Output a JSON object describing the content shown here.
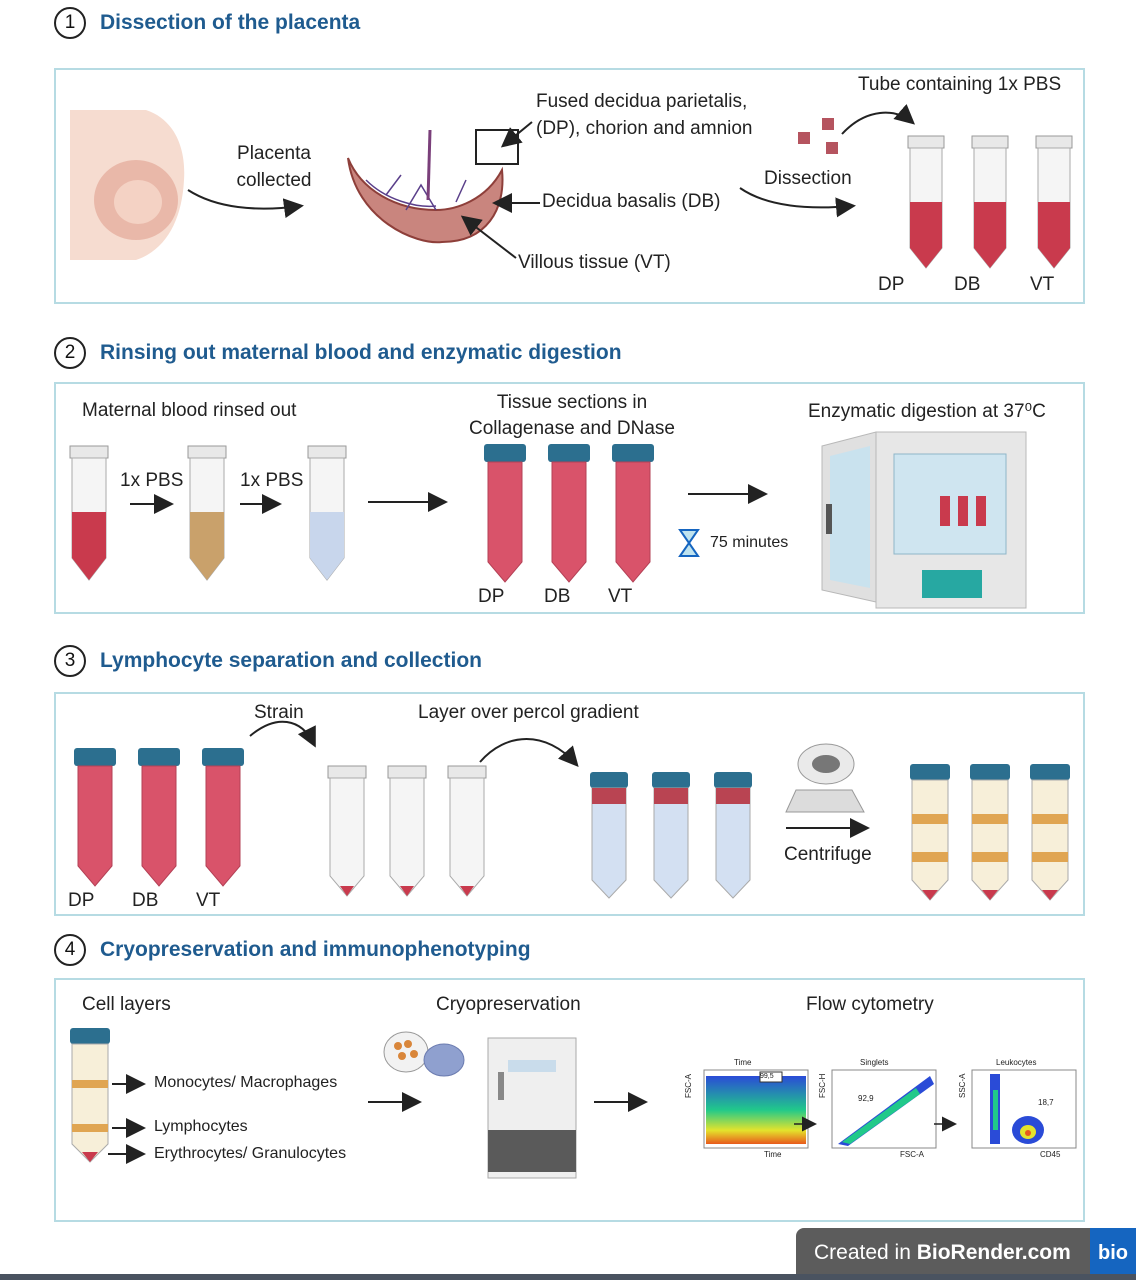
{
  "sections": [
    {
      "num": "1",
      "title": "Dissection of the placenta"
    },
    {
      "num": "2",
      "title": "Rinsing out maternal blood and enzymatic digestion"
    },
    {
      "num": "3",
      "title": "Lymphocyte separation and collection"
    },
    {
      "num": "4",
      "title": "Cryopreservation and immunophenotyping"
    }
  ],
  "panel1": {
    "placenta_collected": [
      "Placenta",
      "collected"
    ],
    "fused": [
      "Fused decidua parietalis,",
      "(DP), chorion and amnion"
    ],
    "decidua_basalis": "Decidua basalis (DB)",
    "villous": "Villous tissue (VT)",
    "dissection": "Dissection",
    "tube_pbs": "Tube containing 1x PBS",
    "tubes": [
      "DP",
      "DB",
      "VT"
    ]
  },
  "panel2": {
    "rinsed": "Maternal blood rinsed out",
    "pbs1": "1x PBS",
    "pbs2": "1x PBS",
    "tissue": [
      "Tissue sections in",
      "Collagenase and DNase"
    ],
    "tubes": [
      "DP",
      "DB",
      "VT"
    ],
    "minutes": "75 minutes",
    "enzymatic": "Enzymatic digestion at 37⁰C"
  },
  "panel3": {
    "strain": "Strain",
    "layer": "Layer over percol gradient",
    "centrifuge": "Centrifuge",
    "tubes": [
      "DP",
      "DB",
      "VT"
    ]
  },
  "panel4": {
    "cell_layers": "Cell layers",
    "cryo": "Cryopreservation",
    "flow": "Flow cytometry",
    "monocytes": "Monocytes/ Macrophages",
    "lymphocytes": "Lymphocytes",
    "erythrocytes": "Erythrocytes/ Granulocytes",
    "plots": [
      {
        "title": "Time",
        "ylabel": "FSC-A",
        "xlabel": "Time",
        "value": "99,5"
      },
      {
        "title": "Singlets",
        "ylabel": "FSC-H",
        "xlabel": "FSC-A",
        "value": "92,9"
      },
      {
        "title": "Leukocytes",
        "ylabel": "SSC-A",
        "xlabel": "CD45",
        "value": "18,7"
      }
    ]
  },
  "footer": {
    "prefix": "Created in ",
    "brand": "BioRender.com",
    "badge": "bio"
  },
  "colors": {
    "title_blue": "#1f5b8f",
    "panel_border": "#b6dbe3",
    "tube_red": "#c93a4d",
    "cap_teal": "#2c6f8f"
  }
}
